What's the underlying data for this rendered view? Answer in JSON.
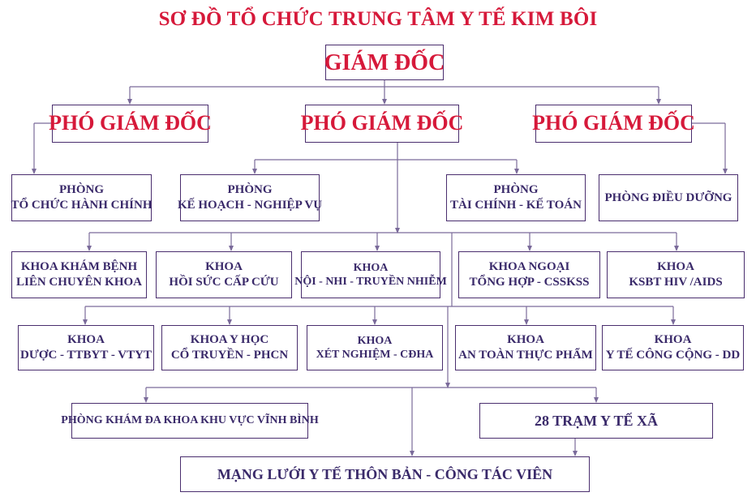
{
  "title": "SƠ ĐỒ TỔ CHỨC TRUNG TÂM Y TẾ KIM BÔI",
  "director": "GIÁM ĐỐC",
  "deputies": [
    "PHÓ GIÁM ĐỐC",
    "PHÓ GIÁM ĐỐC",
    "PHÓ GIÁM ĐỐC"
  ],
  "offices": [
    {
      "lines": [
        "PHÒNG",
        "TỔ CHỨC HÀNH CHÍNH"
      ]
    },
    {
      "lines": [
        "PHÒNG",
        "KẾ HOẠCH - NGHIỆP VỤ"
      ]
    },
    {
      "lines": [
        "PHÒNG",
        "TÀI CHÍNH - KẾ TOÁN"
      ]
    },
    {
      "lines": [
        "PHÒNG ĐIỀU DƯỠNG"
      ]
    }
  ],
  "clinical_departments": [
    {
      "lines": [
        "KHOA KHÁM BỆNH",
        "LIÊN CHUYÊN KHOA"
      ]
    },
    {
      "lines": [
        "KHOA",
        "HỒI SỨC CẤP CỨU"
      ]
    },
    {
      "lines": [
        "KHOA",
        "NỘI - NHI - TRUYỀN NHIỄM"
      ]
    },
    {
      "lines": [
        "KHOA NGOẠI",
        "TỔNG HỢP - CSSKSS"
      ]
    },
    {
      "lines": [
        "KHOA",
        "KSBT HIV /AIDS"
      ]
    }
  ],
  "support_departments": [
    {
      "lines": [
        "KHOA",
        "DƯỢC - TTBYT - VTYT"
      ]
    },
    {
      "lines": [
        "KHOA Y HỌC",
        "CỔ TRUYỀN - PHCN"
      ]
    },
    {
      "lines": [
        "KHOA",
        "XÉT NGHIỆM - CĐHA"
      ]
    },
    {
      "lines": [
        "KHOA",
        "AN TOÀN THỰC PHẨM"
      ]
    },
    {
      "lines": [
        "KHOA",
        "Y TẾ CÔNG CỘNG - DD"
      ]
    }
  ],
  "clinic": "PHÒNG KHÁM ĐA KHOA KHU VỰC VĨNH BÌNH",
  "commune_stations": "28 TRẠM Y TẾ XÃ",
  "village_network": "MẠNG LƯỚI Y TẾ THÔN BẢN - CÔNG TÁC VIÊN",
  "colors": {
    "title": "#d6193a",
    "box_border": "#4a2e6e",
    "box_text": "#3a2a6a",
    "connector": "#7a6a9a"
  }
}
